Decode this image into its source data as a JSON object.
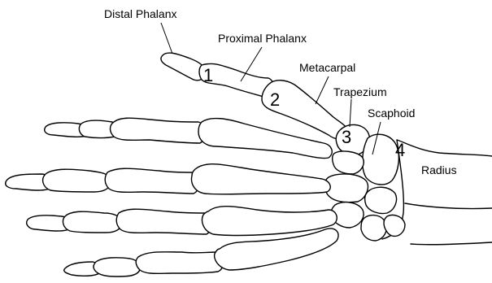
{
  "labels": {
    "distal_phalanx": "Distal Phalanx",
    "proximal_phalanx": "Proximal Phalanx",
    "metacarpal": "Metacarpal",
    "trapezium": "Trapezium",
    "scaphoid": "Scaphoid",
    "radius": "Radius"
  },
  "numbers": {
    "n1": "1",
    "n2": "2",
    "n3": "3",
    "n4": "4"
  }
}
